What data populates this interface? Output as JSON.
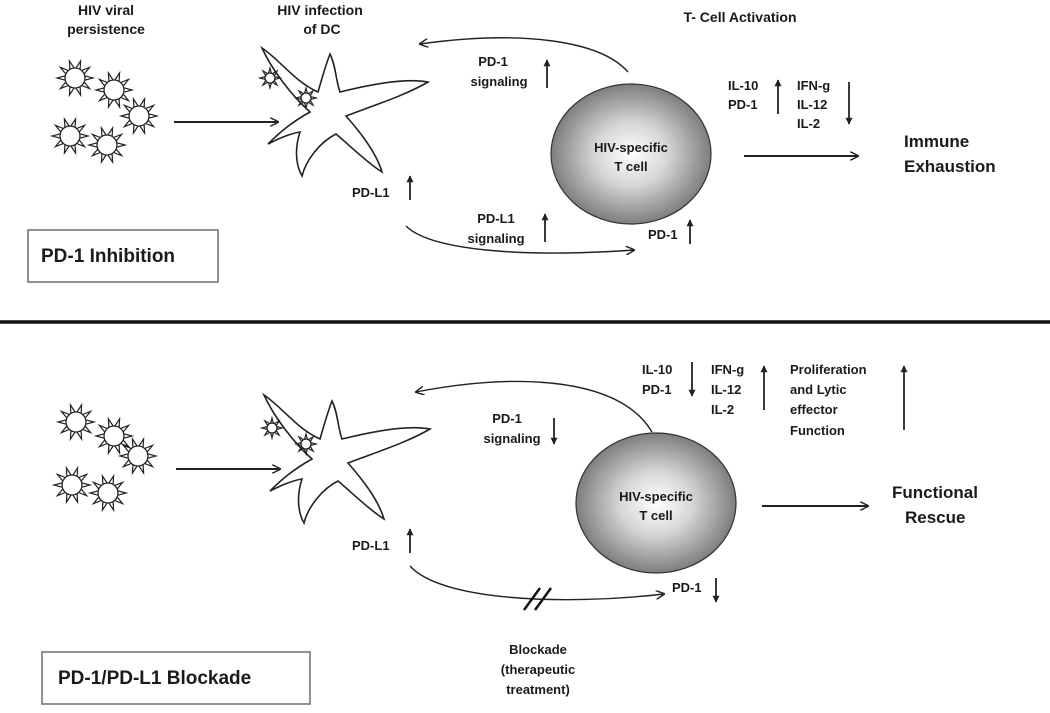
{
  "top": {
    "virus_label_1": "HIV viral",
    "virus_label_2": "persistence",
    "dc_label_1": "HIV infection",
    "dc_label_2": "of DC",
    "activation_title": "T- Cell Activation",
    "pd1_signal_1": "PD-1",
    "pd1_signal_2": "signaling",
    "pdl1_signal_1": "PD-L1",
    "pdl1_signal_2": "signaling",
    "cell_label_1": "HIV-specific",
    "cell_label_2": "T cell",
    "pdl1_level": "PD-L1",
    "pd1_level": "PD-1",
    "up_list": [
      "IL-10",
      "PD-1"
    ],
    "down_list": [
      "IFN-g",
      "IL-12",
      "IL-2"
    ],
    "outcome_1": "Immune",
    "outcome_2": "Exhaustion",
    "box_label": "PD-1 Inhibition"
  },
  "bottom": {
    "pd1_signal_1": "PD-1",
    "pd1_signal_2": "signaling",
    "cell_label_1": "HIV-specific",
    "cell_label_2": "T cell",
    "pdl1_level": "PD-L1",
    "pd1_level": "PD-1",
    "down_list": [
      "IL-10",
      "PD-1"
    ],
    "up_list": [
      "IFN-g",
      "IL-12",
      "IL-2"
    ],
    "effect_list": [
      "Proliferation",
      "and Lytic",
      "effector",
      "Function"
    ],
    "outcome_1": "Functional",
    "outcome_2": "Rescue",
    "blockade_1": "Blockade",
    "blockade_2": "(therapeutic",
    "blockade_3": "treatment)",
    "box_label": "PD-1/PD-L1 Blockade"
  },
  "colors": {
    "ink": "#1a1a1a",
    "cell_center": "#ffffff",
    "cell_edge": "#7a7a7a"
  }
}
